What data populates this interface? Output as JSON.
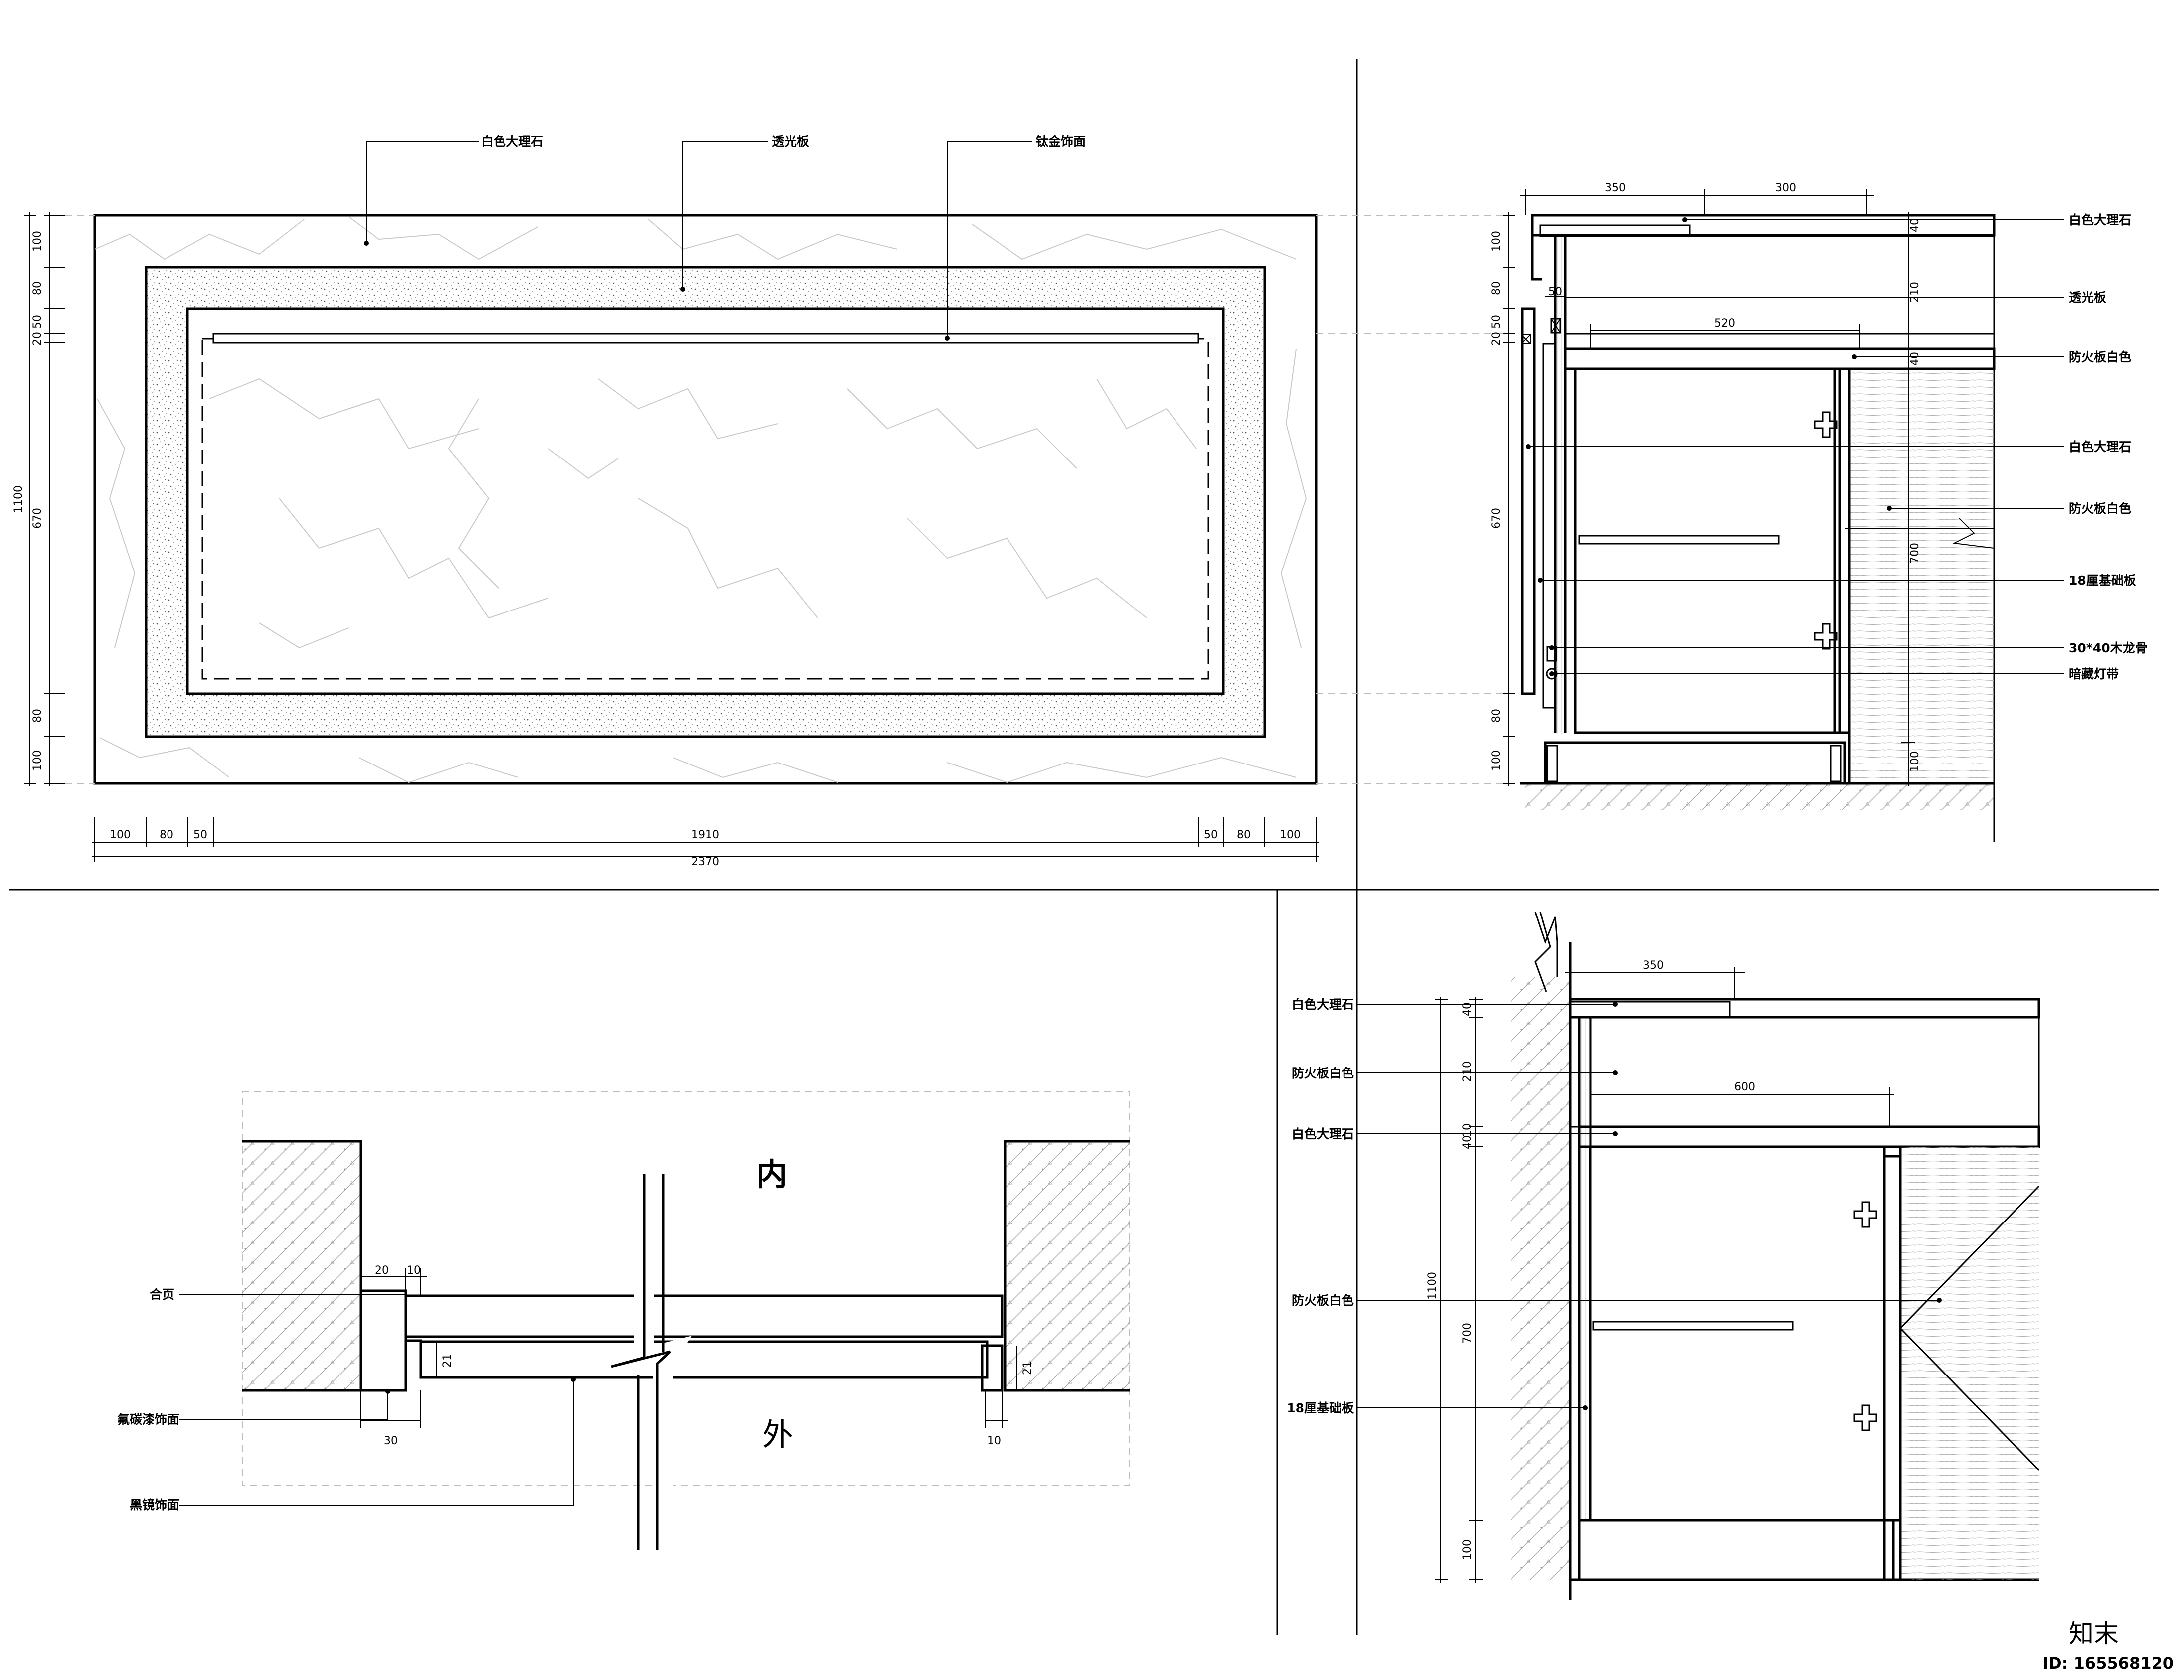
{
  "front_elevation": {
    "callouts": [
      "白色大理石",
      "透光板",
      "钛金饰面"
    ],
    "dims_left": [
      "100",
      "80",
      "50",
      "20",
      "1100",
      "670",
      "80",
      "100"
    ],
    "dims_bottom": [
      "100",
      "80",
      "50",
      "1910",
      "50",
      "80",
      "100"
    ],
    "dim_total": "2370"
  },
  "section_right": {
    "dims_top": [
      "350",
      "300"
    ],
    "dim_inner_50": "50",
    "dim_inner_520": "520",
    "dims_left": [
      "100",
      "80",
      "50",
      "20",
      "670",
      "80",
      "100"
    ],
    "dims_right": [
      "40",
      "210",
      "40",
      "700",
      "100"
    ],
    "labels": [
      "白色大理石",
      "透光板",
      "防火板白色",
      "白色大理石",
      "防火板白色",
      "18厘基础板",
      "30*40木龙骨",
      "暗藏灯带"
    ]
  },
  "plan_detail": {
    "inside_label": "内",
    "outside_label": "外",
    "dims": [
      "20",
      "10",
      "21",
      "21",
      "30",
      "10"
    ],
    "labels": [
      "合页",
      "氟碳漆饰面",
      "黑镜饰面"
    ]
  },
  "section_lower": {
    "dim_top": "350",
    "dim_600": "600",
    "dims_left": [
      "40",
      "210",
      "10",
      "40",
      "1100",
      "700",
      "100"
    ],
    "labels": [
      "白色大理石",
      "防火板白色",
      "白色大理石",
      "防火板白色",
      "18厘基础板"
    ]
  },
  "watermark": {
    "brand": "知末",
    "id": "ID: 165568120"
  }
}
